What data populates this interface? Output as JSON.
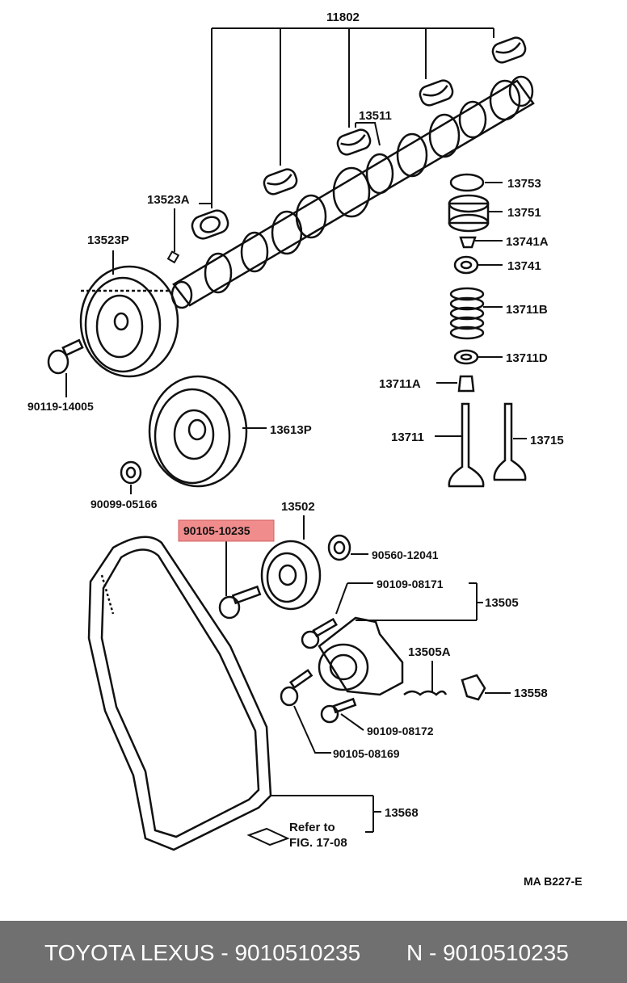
{
  "labels": {
    "l11802": "11802",
    "l13511": "13511",
    "l13523A": "13523A",
    "l13523P": "13523P",
    "l13753": "13753",
    "l13751": "13751",
    "l13741A": "13741A",
    "l13741": "13741",
    "l13711B": "13711B",
    "l13711D": "13711D",
    "l13711A": "13711A",
    "l13711": "13711",
    "l13715": "13715",
    "l90119": "90119-14005",
    "l13613P": "13613P",
    "l90099": "90099-05166",
    "l13502": "13502",
    "l90105_10235": "90105-10235",
    "l90560": "90560-12041",
    "l90109_08171": "90109-08171",
    "l13505": "13505",
    "l13505A": "13505A",
    "l13558": "13558",
    "l90109_08172": "90109-08172",
    "l90105_08169": "90105-08169",
    "l13568": "13568",
    "refer1": "Refer to",
    "refer2": "FIG. 17-08",
    "code": "MA B227-E"
  },
  "highlight": {
    "part": "90105-10235",
    "color": "#f08c8c"
  },
  "footer": {
    "left": "TOYOTA LEXUS - 9010510235",
    "right": "N - 9010510235",
    "background": "#707070"
  }
}
